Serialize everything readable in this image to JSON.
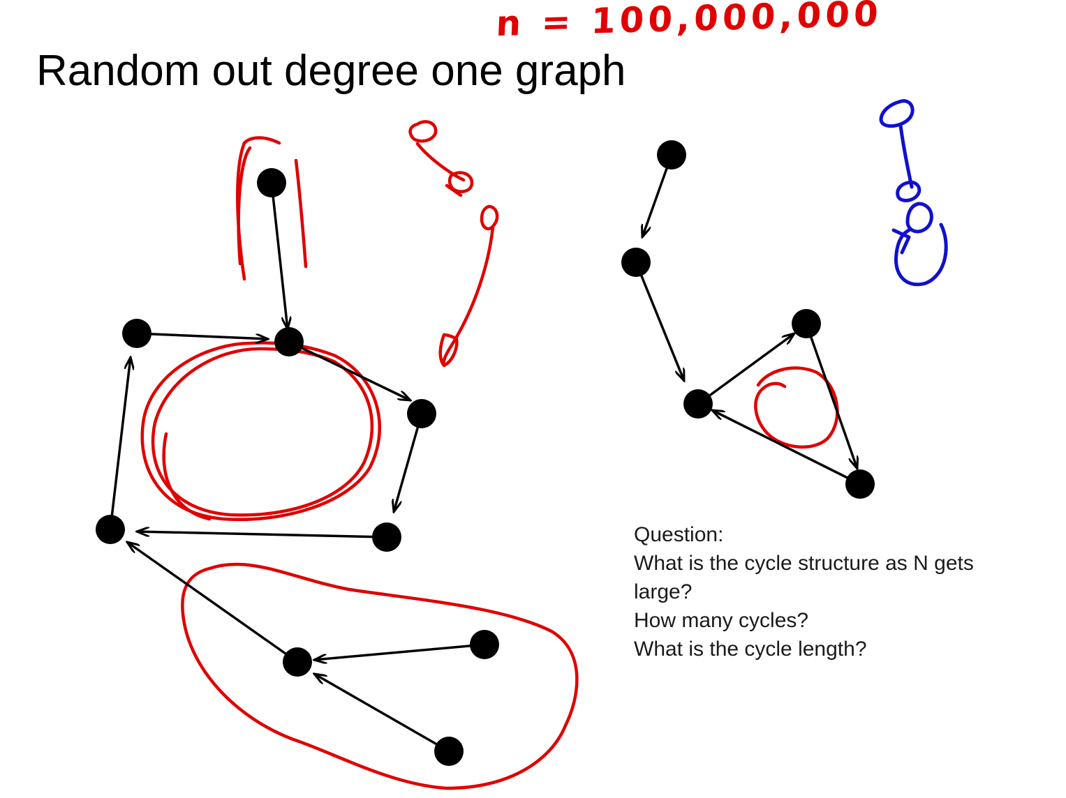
{
  "slide": {
    "title": "Random out degree one graph"
  },
  "question": {
    "heading": "Question:",
    "line1": "What is the cycle structure as N gets",
    "line2": "large?",
    "line3": "How many cycles?",
    "line4": "What is the cycle length?"
  },
  "annotations": {
    "handwritten_n": "n = 100,000,000",
    "colors": {
      "graph": "#000000",
      "ink_red": "#e00000",
      "ink_blue": "#1010d0"
    }
  }
}
